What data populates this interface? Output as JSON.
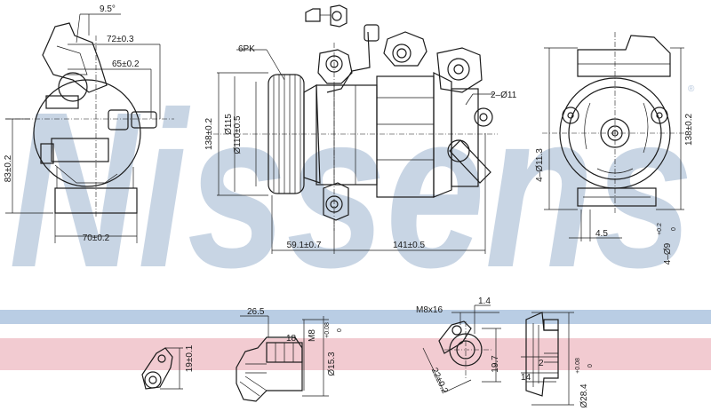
{
  "watermark": {
    "text": "Nissens",
    "mark": "®",
    "color": "#b6c7dc"
  },
  "bands": {
    "blue": "#b9cde4",
    "pink": "#f2cbd1"
  },
  "dimensions": {
    "angle": "9.5°",
    "d72": "72±0.3",
    "d65": "65±0.2",
    "d83": "83±0.2",
    "d70": "70±0.2",
    "pulley_grooves": "6PK",
    "d138_front": "138±0.2",
    "d115": "Ø115",
    "d110": "Ø110±0.5",
    "d591": "59.1±0.7",
    "d141": "141±0.5",
    "holes_2": "2–Ø11",
    "holes_4": "4–Ø11.3",
    "d138_right": "138±0.2",
    "d45": "4.5",
    "holes_4b": "4–Ø9",
    "holes_4b_tol": "+0.2",
    "holes_4b_tol2": "0",
    "d265": "26.5",
    "d18": "18",
    "thread_m8": "M8",
    "d153": "Ø15.3",
    "d153_tol": "+0.08",
    "d153_tol2": "0",
    "d19": "19±0.1",
    "thread_m8x16": "M8x16",
    "d14a": "1.4",
    "d197": "19.7",
    "d22": "22±0.2",
    "d2": "2",
    "d14b": "14",
    "d284": "Ø28.4",
    "d284_tol": "+0.08",
    "d284_tol2": "0"
  }
}
